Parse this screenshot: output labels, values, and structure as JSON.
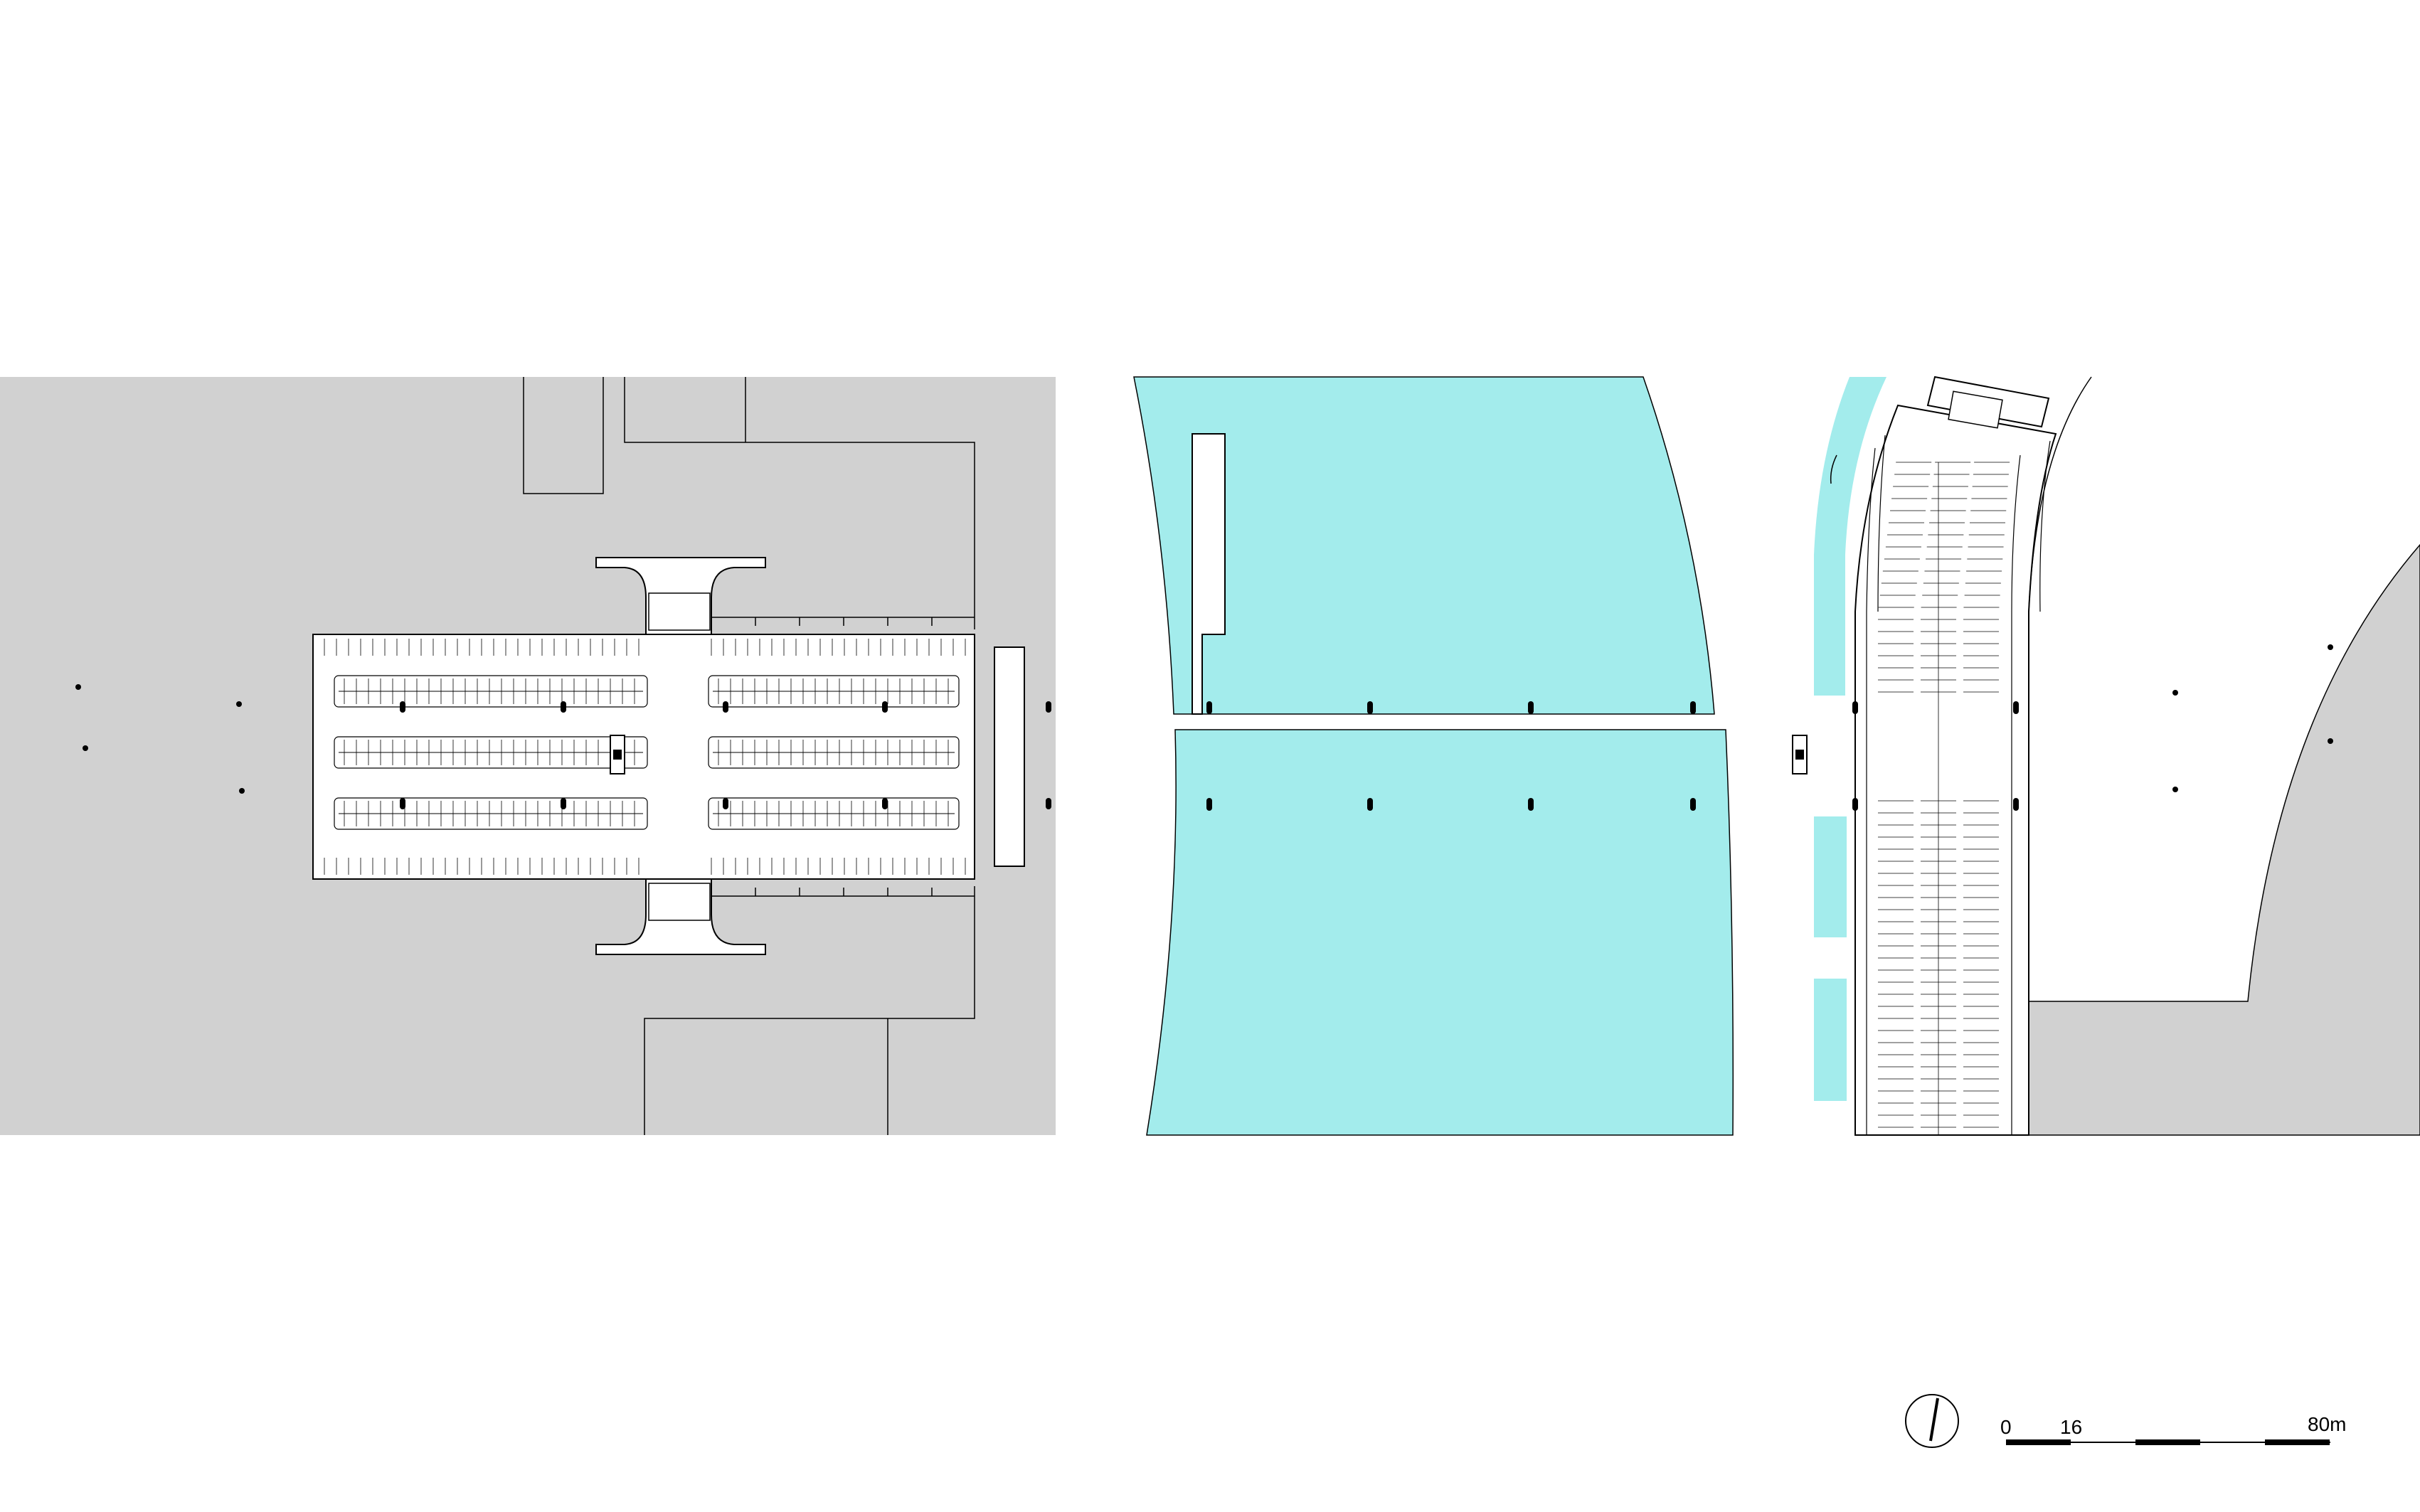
{
  "colors": {
    "ground": "#d1d1d1",
    "water": "#a3ecec",
    "structure": "#ffffff",
    "line": "#000000"
  },
  "north_arrow": {
    "icon": "north-arrow-icon"
  },
  "scale_bar": {
    "labels": [
      "0",
      "16",
      "80m"
    ]
  }
}
